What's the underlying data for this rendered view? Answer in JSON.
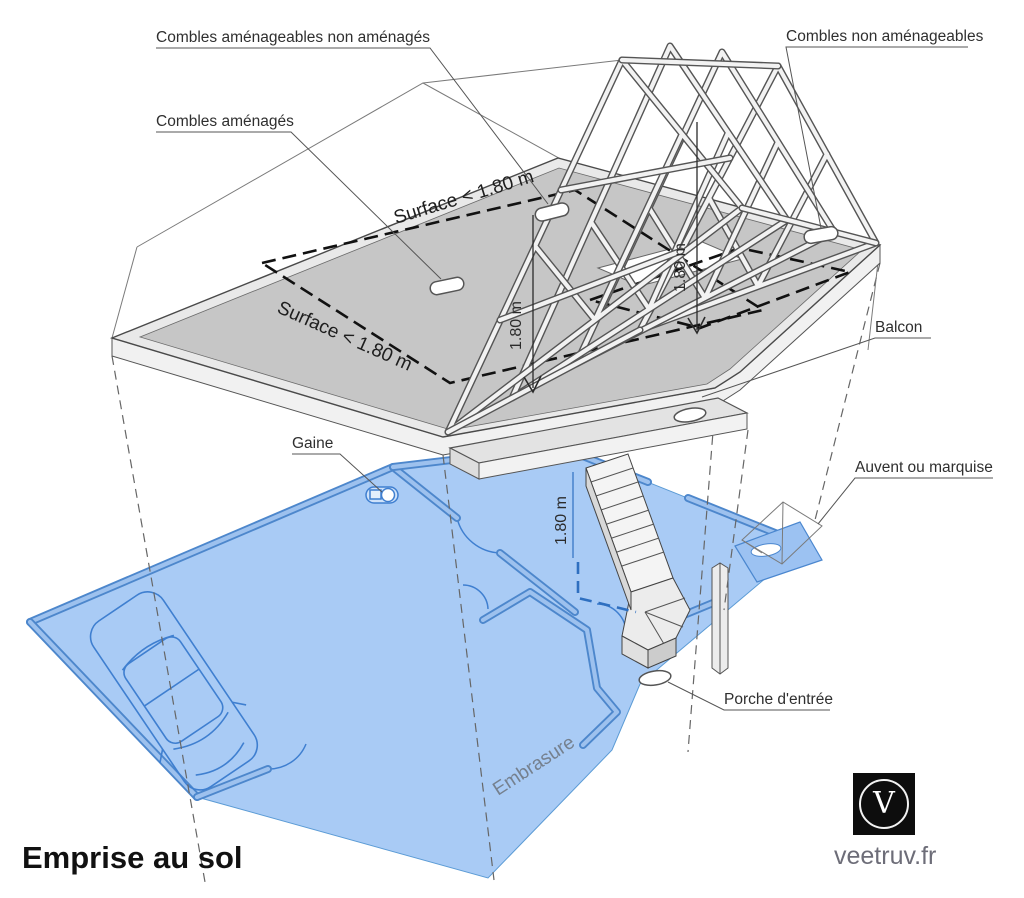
{
  "title": "Emprise au sol",
  "watermark": {
    "logo_letter": "V",
    "site": "veetruv.fr"
  },
  "labels": {
    "combles_non_amenages": "Combles aménageables non aménagés",
    "combles_amenages": "Combles aménagés",
    "combles_non_amenageables": "Combles non aménageables",
    "balcon": "Balcon",
    "gaine": "Gaine",
    "auvent": "Auvent ou marquise",
    "porche": "Porche d'entrée",
    "embrasure": "Embrasure"
  },
  "annotations": {
    "surface_top": "Surface < 1.80 m",
    "surface_left": "Surface < 1.80 m",
    "dim_left": "1.80 m",
    "dim_right": "1.80 m",
    "dim_stair": "1.80 m"
  },
  "colors": {
    "footprint_blue": "#a9cbf5",
    "footprint_stroke": "#4d87cc",
    "slab_gray": "#c6c6c6",
    "slab_edge": "#e9e9e9",
    "dim_blue": "#2e6fc0",
    "label_text": "#2f2f2f"
  }
}
